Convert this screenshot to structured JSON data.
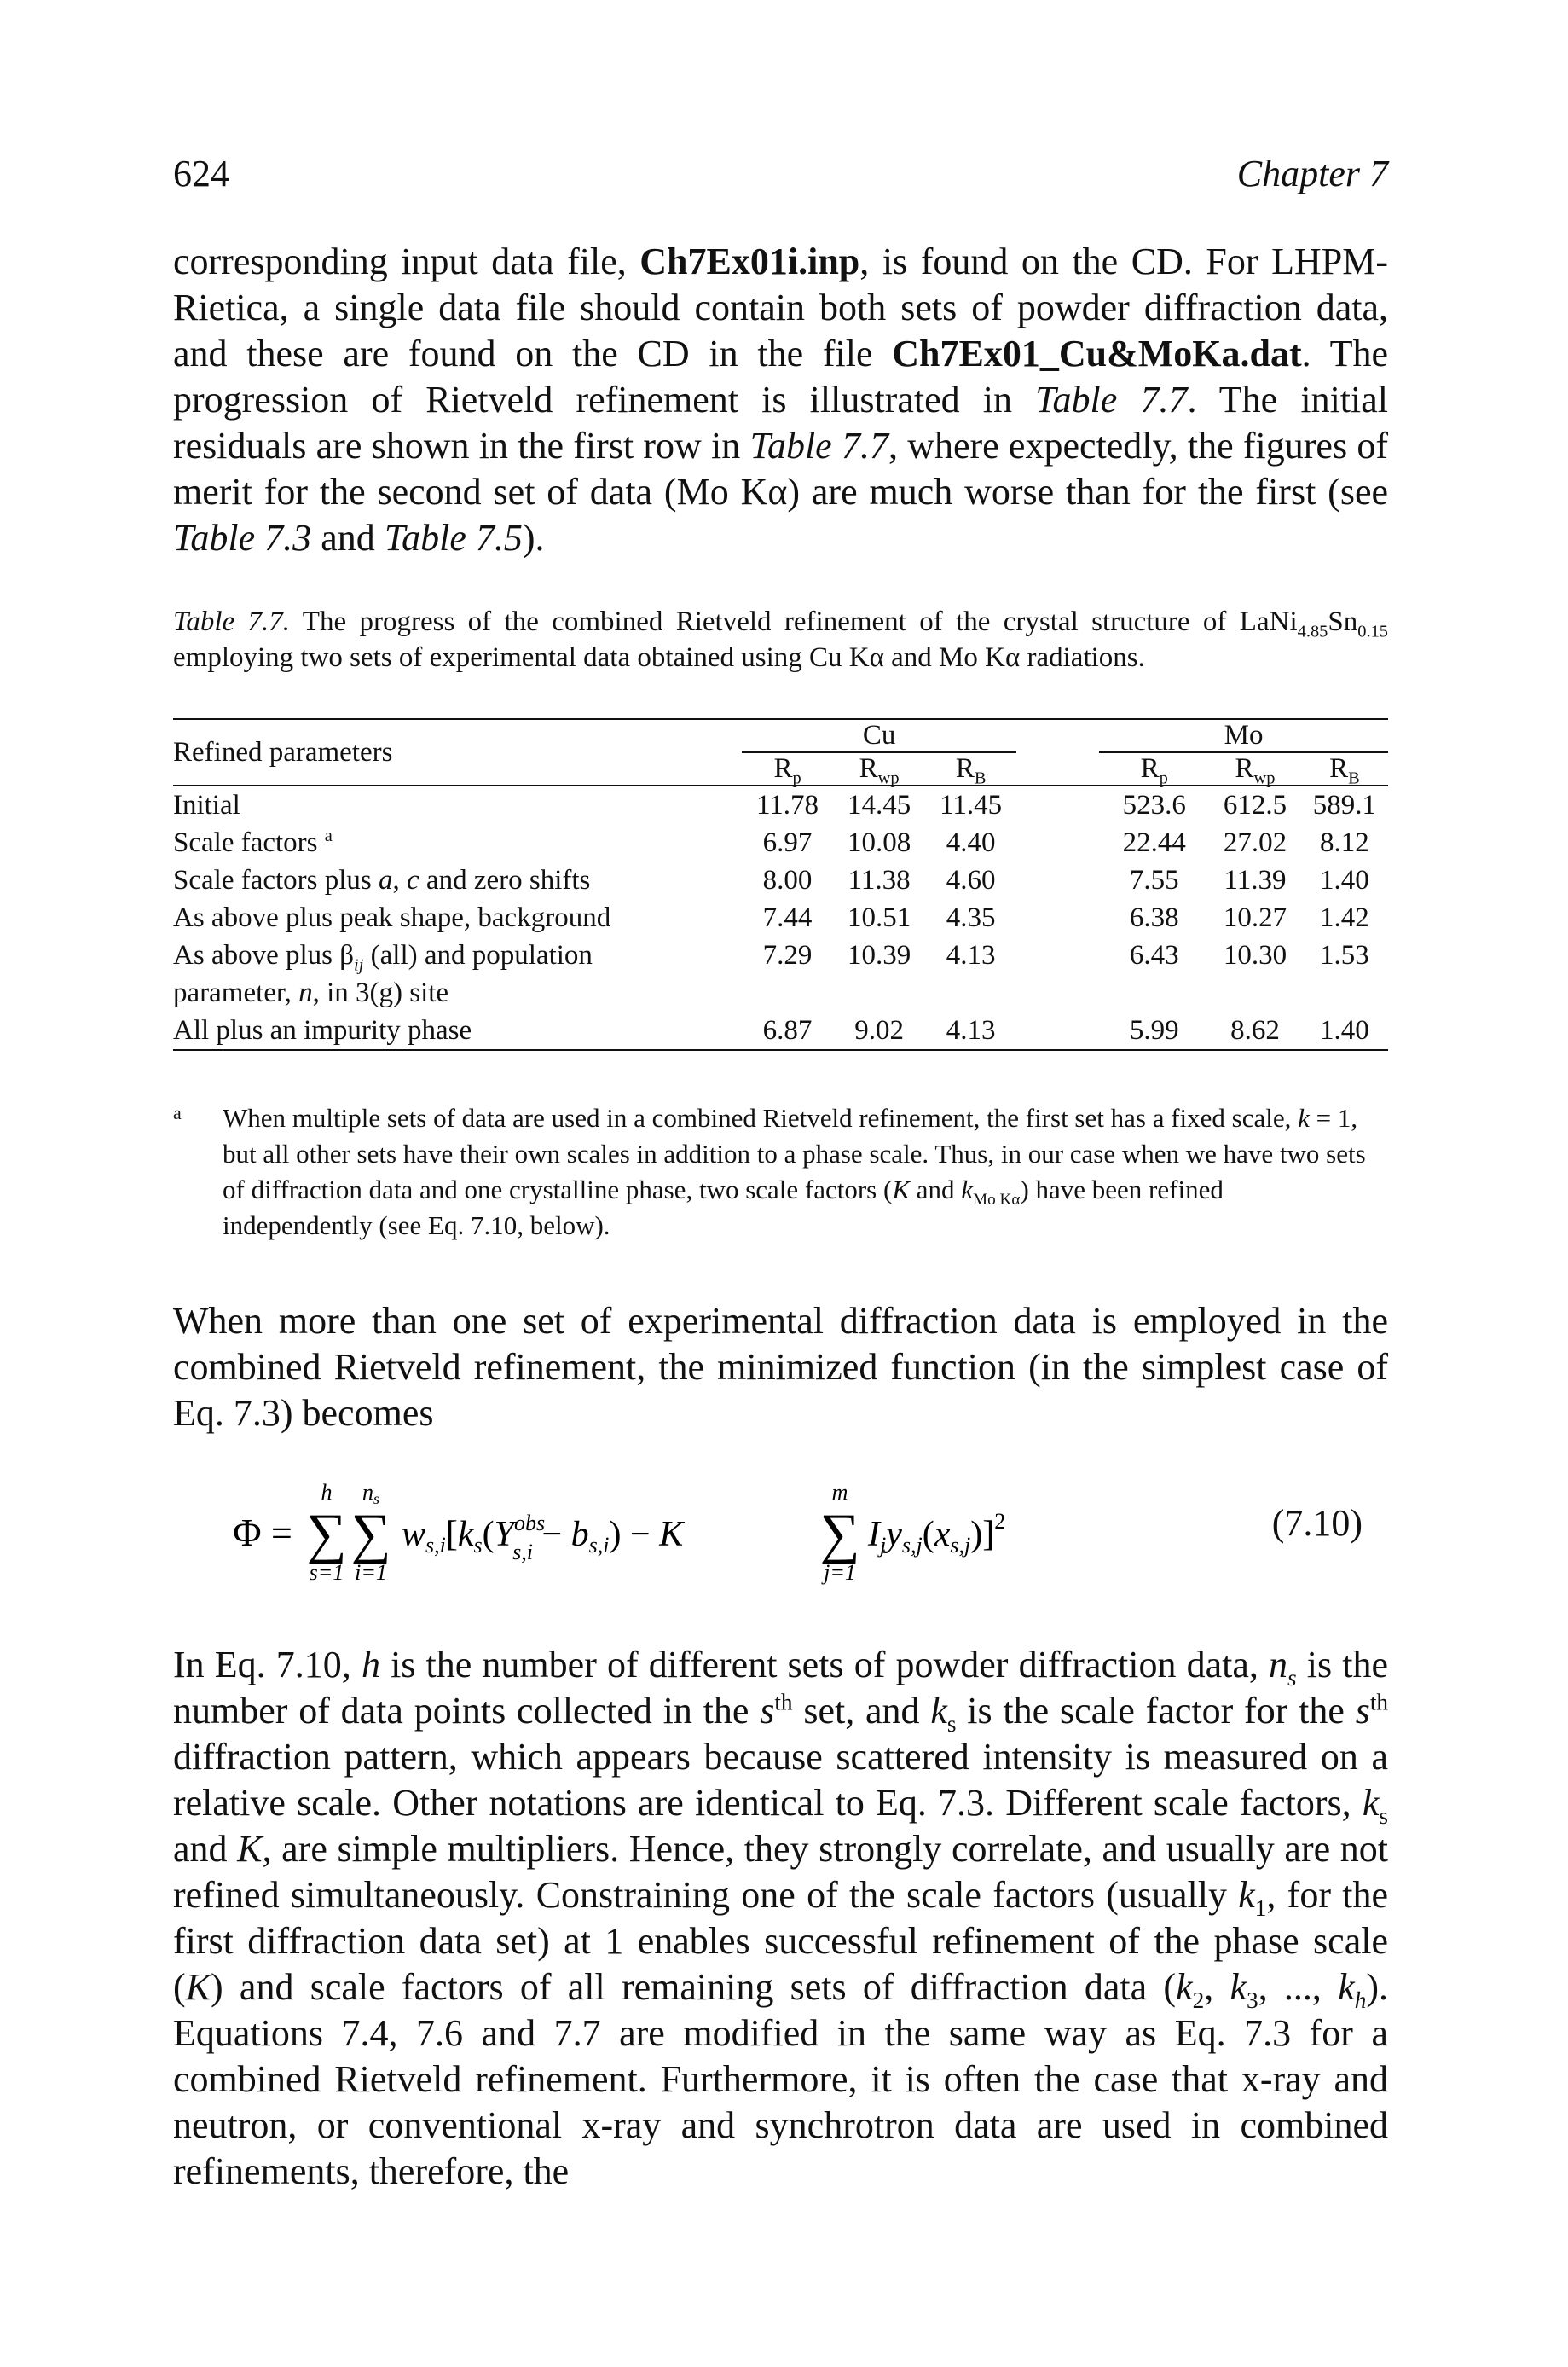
{
  "header": {
    "page_number": "624",
    "chapter": "Chapter 7"
  },
  "paragraph1": {
    "t1": "corresponding input data file, ",
    "file1": "Ch7Ex01i.inp",
    "t2": ", is found on the CD. For LHPM-Rietica, a single data file should contain both sets of powder diffraction data, and these are found on the CD in the file ",
    "file2": "Ch7Ex01_Cu&MoKa.dat",
    "t3": ". The progression of Rietveld refinement is illustrated in ",
    "ref1": "Table 7.7",
    "t4": ". The initial residuals are shown in the first row in ",
    "ref2": "Table 7.7",
    "t5": ", where expectedly, the figures of merit for the second set of data (Mo Kα) are much worse than for the first (see ",
    "ref3": "Table 7.3",
    "t6": " and ",
    "ref4": "Table 7.5",
    "t7": ")."
  },
  "caption": {
    "label": "Table 7.7.",
    "t1": " The progress of the combined Rietveld refinement of the crystal structure of LaNi",
    "sub1": "4.85",
    "t2": "Sn",
    "sub2": "0.15",
    "t3": " employing two sets of experimental data obtained using Cu Kα and Mo Kα radiations."
  },
  "table": {
    "param_header": "Refined parameters",
    "group_cu": "Cu",
    "group_mo": "Mo",
    "sub_headers": [
      {
        "base": "R",
        "sub": "p"
      },
      {
        "base": "R",
        "sub": "wp"
      },
      {
        "base": "R",
        "sub": "B"
      },
      {
        "base": "R",
        "sub": "p"
      },
      {
        "base": "R",
        "sub": "wp"
      },
      {
        "base": "R",
        "sub": "B"
      }
    ],
    "rows": [
      {
        "label": "Initial",
        "values": [
          "11.78",
          "14.45",
          "11.45",
          "523.6",
          "612.5",
          "589.1"
        ]
      },
      {
        "label": "Scale factors",
        "mark": "a",
        "values": [
          "6.97",
          "10.08",
          "4.40",
          "22.44",
          "27.02",
          "8.12"
        ]
      },
      {
        "label_a": "Scale factors plus ",
        "var_a": "a",
        "label_b": ", ",
        "var_c": "c",
        "label_c": " and zero shifts",
        "values": [
          "8.00",
          "11.38",
          "4.60",
          "7.55",
          "11.39",
          "1.40"
        ]
      },
      {
        "label": "As above plus peak shape, background",
        "values": [
          "7.44",
          "10.51",
          "4.35",
          "6.38",
          "10.27",
          "1.42"
        ]
      },
      {
        "label_a": "As above plus β",
        "sub": "ij",
        "label_b": " (all) and population",
        "label_c": "parameter, ",
        "var_n": "n",
        "label_d": ", in 3(g) site",
        "values": [
          "7.29",
          "10.39",
          "4.13",
          "6.43",
          "10.30",
          "1.53"
        ]
      },
      {
        "label": "All plus an impurity phase",
        "values": [
          "6.87",
          "9.02",
          "4.13",
          "5.99",
          "8.62",
          "1.40"
        ]
      }
    ]
  },
  "footnote": {
    "mark": "a",
    "t1": "When multiple sets of data are used in a combined Rietveld refinement, the first set has a fixed scale, ",
    "k": "k",
    "t2": " = 1, but all other sets have their own scales in addition to a phase scale. Thus, in our case when we have two sets of diffraction data and one crystalline phase, two scale factors (",
    "K": "K",
    "t3": " and ",
    "k2": "k",
    "k2sub": "Mo Kα",
    "t4": ") have been refined independently (see Eq. 7.10, below)."
  },
  "paragraph2": "When more than one set of experimental diffraction data is employed in the combined Rietveld refinement, the minimized function (in the simplest case of Eq. 7.3) becomes",
  "equation": {
    "phi": "Φ",
    "eq": "=",
    "sum1_top": "h",
    "sum1_bottom": "s=1",
    "sum2_top": "n",
    "sum2_top_sub": "s",
    "sum2_bottom": "i=1",
    "sum3_top": "m",
    "sum3_bottom": "j=1",
    "number": "(7.10)"
  },
  "paragraph3": {
    "t1": "In Eq. 7.10, ",
    "h": "h",
    "t2": " is the number of different sets of powder diffraction data, ",
    "n": "n",
    "n_sub": "s",
    "t3": " is the number of data points collected in the ",
    "s1": "s",
    "s1_sup": "th",
    "t4": " set, and ",
    "k1": "k",
    "k1_sub": "s",
    "t5": " is the scale factor for the ",
    "s2": "s",
    "s2_sup": "th",
    "t6": " diffraction pattern, which appears because scattered intensity is measured on a relative scale. Other notations are identical to Eq. 7.3. Different scale factors, ",
    "k2": "k",
    "k2_sub": "s",
    "t7": " and ",
    "K": "K",
    "t8": ", are simple multipliers. Hence, they strongly correlate, and usually are not refined simultaneously. Constraining one of the scale factors (usually ",
    "k3": "k",
    "k3_sub": "1",
    "t9": ", for the first diffraction data set) at 1 enables successful refinement of the phase scale (",
    "K2": "K",
    "t10": ") and scale factors of all remaining sets of diffraction data (",
    "k4": "k",
    "k4_sub": "2",
    "t11": ", ",
    "k5": "k",
    "k5_sub": "3",
    "t12": ", ..., ",
    "k6": "k",
    "k6_sub": "h",
    "t13": "). Equations 7.4, 7.6 and 7.7 are modified in the same way as Eq. 7.3 for a combined Rietveld refinement. Furthermore, it is often the case that x-ray and neutron, or conventional x-ray and synchrotron data are used in combined refinements, therefore, the"
  }
}
